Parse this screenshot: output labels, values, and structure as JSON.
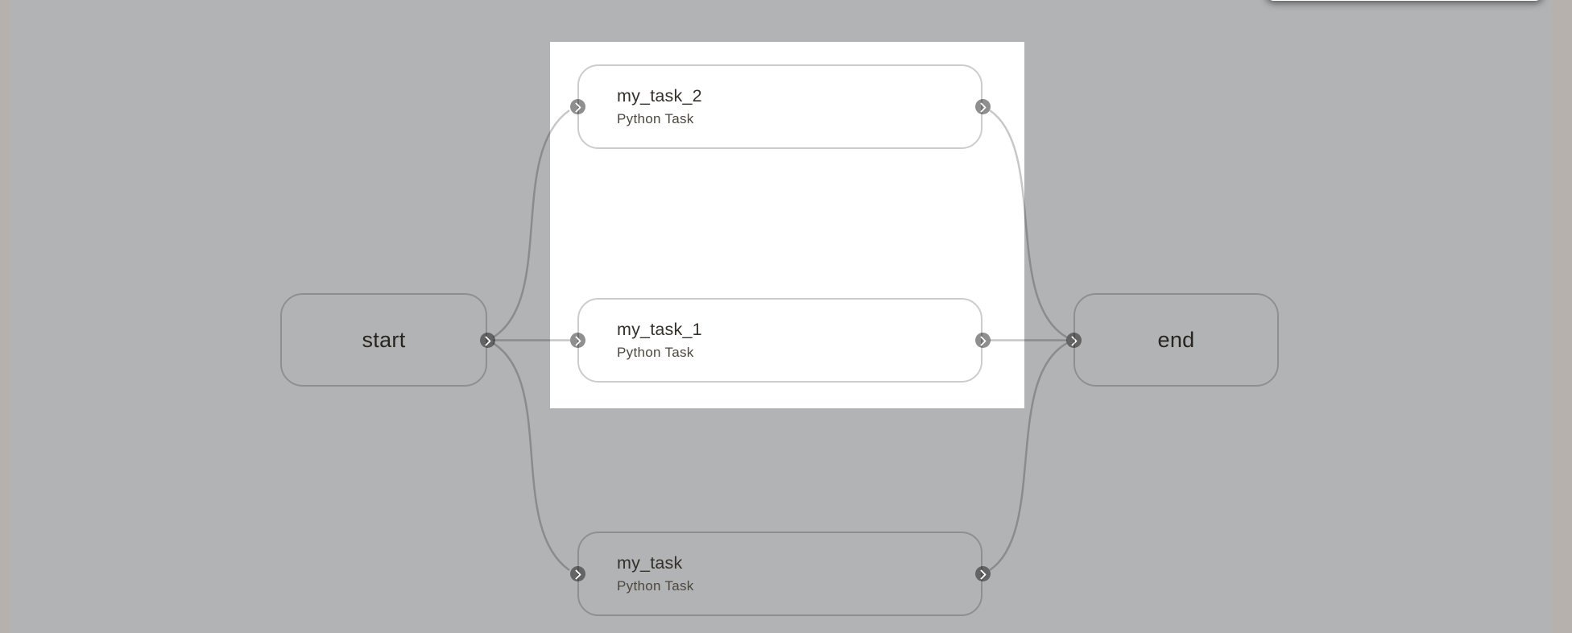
{
  "canvas": {
    "background": "#b2b3b5",
    "margin_color": "#b6b1ad",
    "selection_panel_color": "#ffffff",
    "edge_color": "rgba(0,0,0,0.22)",
    "node_border_color": "rgba(0,0,0,0.20)",
    "port_color": "rgba(0,0,0,0.44)"
  },
  "workflow": {
    "start_node": {
      "label": "start"
    },
    "end_node": {
      "label": "end"
    },
    "tasks": [
      {
        "title": "my_task_2",
        "subtitle": "Python Task"
      },
      {
        "title": "my_task_1",
        "subtitle": "Python Task"
      },
      {
        "title": "my_task",
        "subtitle": "Python Task"
      }
    ],
    "edges": [
      {
        "from": "start",
        "to": "my_task_2"
      },
      {
        "from": "start",
        "to": "my_task_1"
      },
      {
        "from": "start",
        "to": "my_task"
      },
      {
        "from": "my_task_2",
        "to": "end"
      },
      {
        "from": "my_task_1",
        "to": "end"
      },
      {
        "from": "my_task",
        "to": "end"
      }
    ]
  }
}
